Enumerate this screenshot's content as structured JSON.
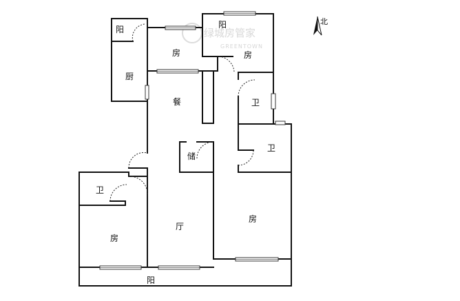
{
  "rooms": {
    "balcony_nw": "阳",
    "kitchen": "厨",
    "bedroom_n1": "房",
    "balcony_n": "阳",
    "bedroom_n2": "房",
    "dining": "餐",
    "bath_1": "卫",
    "bath_2": "卫",
    "storage": "储",
    "bath_3": "卫",
    "bedroom_sw": "房",
    "living": "厅",
    "bedroom_se": "房",
    "balcony_s": "阳"
  },
  "compass": {
    "label": "北",
    "icon": "north-arrow-icon"
  },
  "watermark": {
    "brand": "绿城房管家",
    "sub": "GREENTOWN"
  },
  "colors": {
    "wall": "#111111",
    "background": "#ffffff",
    "watermark": "#d8d8d8"
  }
}
